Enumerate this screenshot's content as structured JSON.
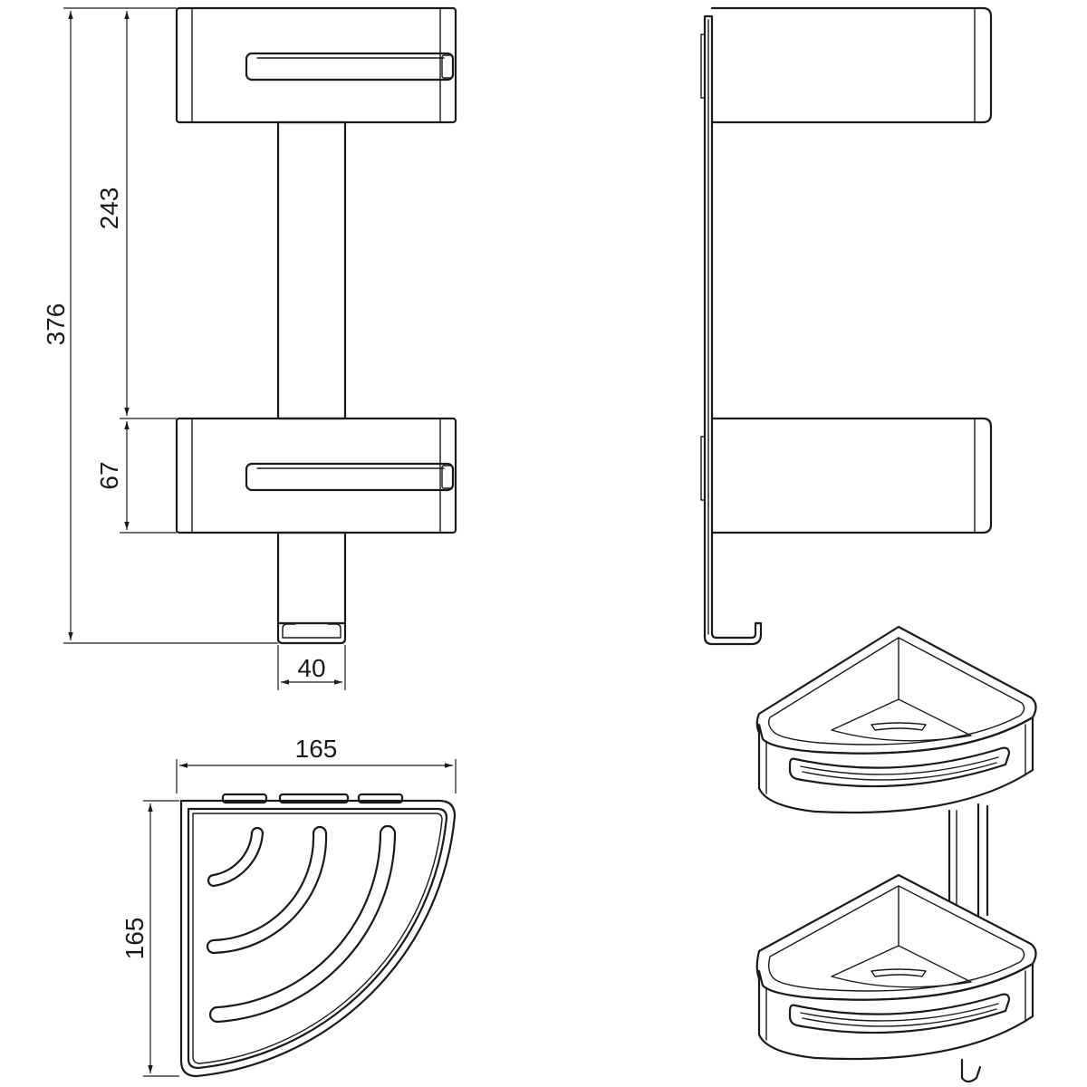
{
  "dimensions": {
    "total_height": "376",
    "upper_spacing": "243",
    "shelf_height": "67",
    "post_width": "40",
    "shelf_width": "165",
    "shelf_depth": "165"
  },
  "colors": {
    "line": "#1a1a1a",
    "background": "#ffffff"
  }
}
